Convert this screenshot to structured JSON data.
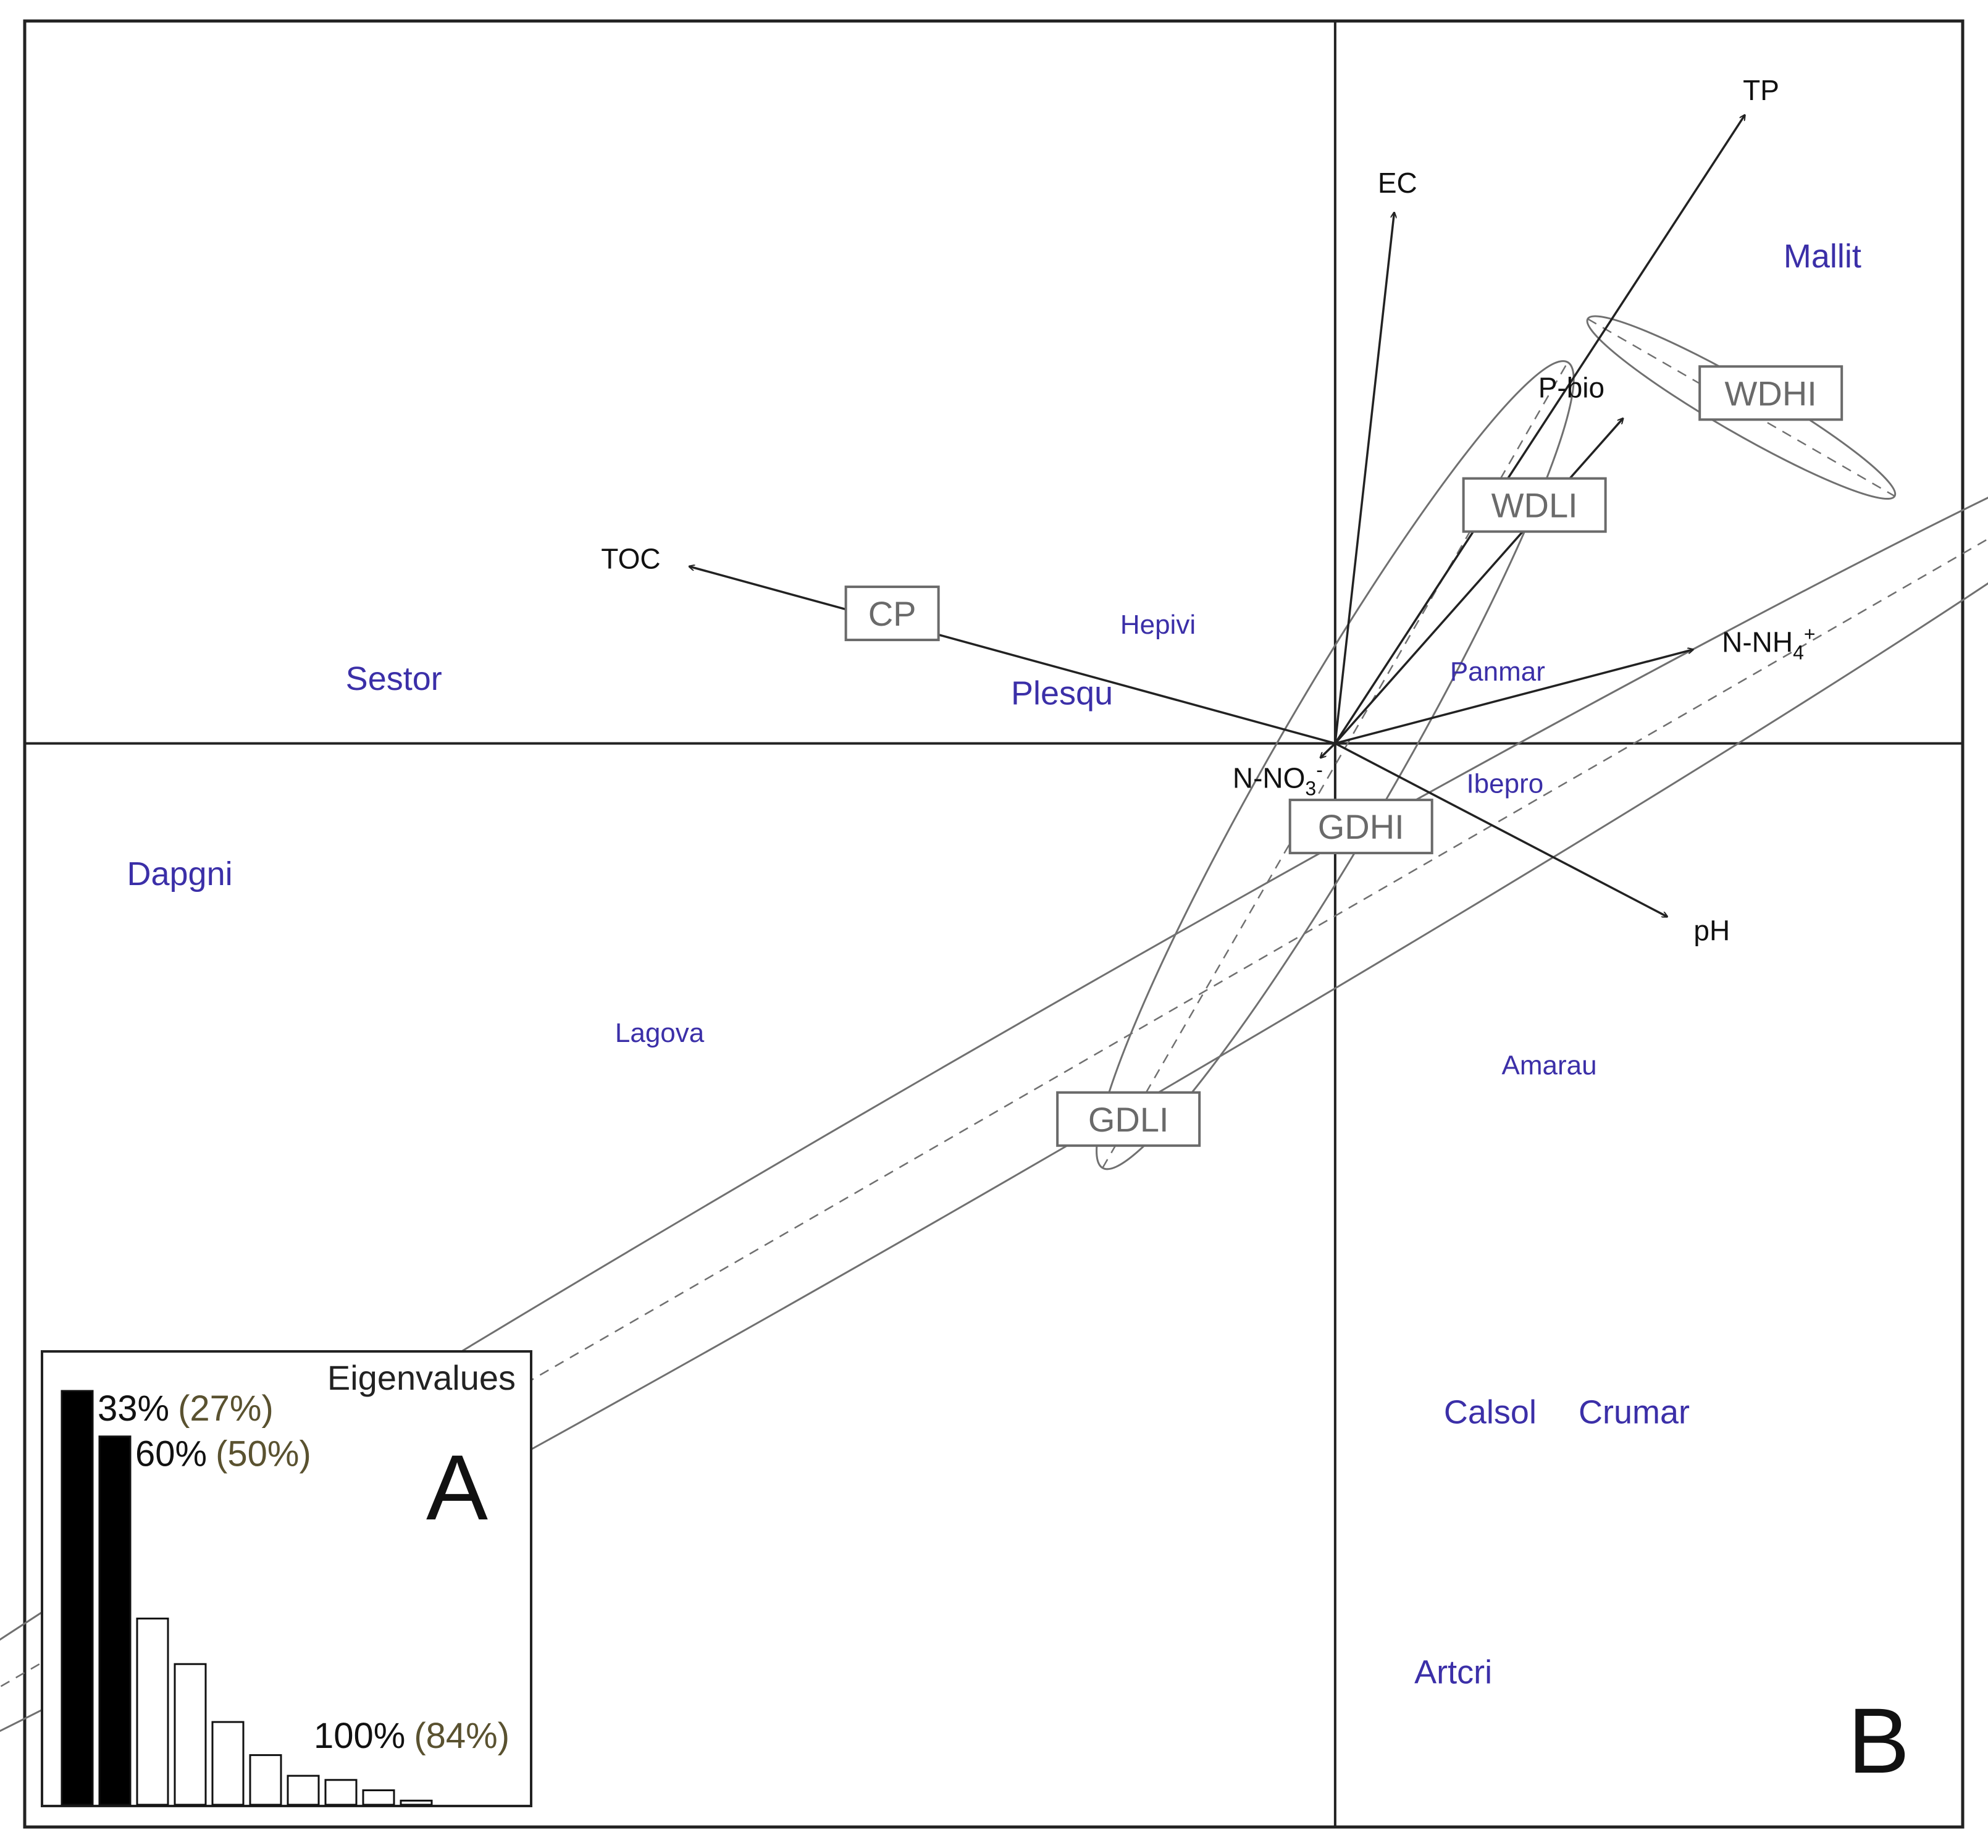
{
  "chart_data": [
    {
      "panel_label": "B",
      "type": "scatter",
      "variables": [
        {
          "name": "TOC",
          "x": -1.75,
          "y": 0.49
        },
        {
          "name": "EC",
          "x": 0.16,
          "y": 1.47
        },
        {
          "name": "TP",
          "x": 1.11,
          "y": 1.74
        },
        {
          "name": "P-bio",
          "x": 0.78,
          "y": 0.9
        },
        {
          "name": "N-NH",
          "sub": "4",
          "sup": "+",
          "x": 0.97,
          "y": 0.26
        },
        {
          "name": "N-NO",
          "sub": "3",
          "sup": "-",
          "x": -0.04,
          "y": -0.04
        },
        {
          "name": "pH",
          "x": 0.9,
          "y": -0.48
        }
      ],
      "species": [
        {
          "name": "Mallit",
          "x": 1.32,
          "y": 1.35
        },
        {
          "name": "Hepivi",
          "x": -0.48,
          "y": 0.33
        },
        {
          "name": "Sestor",
          "x": -2.55,
          "y": 0.18
        },
        {
          "name": "Plesqu",
          "x": -0.74,
          "y": 0.14
        },
        {
          "name": "Panmar",
          "x": 0.44,
          "y": 0.2
        },
        {
          "name": "Ibepro",
          "x": 0.46,
          "y": -0.11
        },
        {
          "name": "Dapgni",
          "x": -3.13,
          "y": -0.36
        },
        {
          "name": "Lagova",
          "x": -1.83,
          "y": -0.8
        },
        {
          "name": "Amarau",
          "x": 0.58,
          "y": -0.89
        },
        {
          "name": "Calsol",
          "x": 0.42,
          "y": -1.85
        },
        {
          "name": "Crumar",
          "x": 0.81,
          "y": -1.85
        },
        {
          "name": "Artcri",
          "x": 0.32,
          "y": -2.57
        }
      ],
      "groups": [
        {
          "label": "CP",
          "x": -1.2,
          "y": 0.36
        },
        {
          "label": "WDHI",
          "x": 1.18,
          "y": 0.97
        },
        {
          "label": "WDLI",
          "x": 0.54,
          "y": 0.66
        },
        {
          "label": "GDHI",
          "x": 0.07,
          "y": -0.23
        },
        {
          "label": "GDLI",
          "x": -0.56,
          "y": -1.04
        }
      ],
      "ellipses": [
        {
          "group": "WDHI",
          "cx": 1.1,
          "cy": 0.93,
          "rx": 0.48,
          "ry": 0.07,
          "angle_deg": -30
        },
        {
          "group": "GDHI",
          "cx": 0.0,
          "cy": -0.06,
          "rx": 1.26,
          "ry": 0.17,
          "angle_deg": 60
        },
        {
          "group": "GDLI",
          "cx": -0.97,
          "cy": -1.05,
          "rx": 3.85,
          "ry": 0.18,
          "angle_deg": 30
        }
      ],
      "xlim": [
        -3.55,
        1.7
      ],
      "ylim": [
        -3.0,
        2.0
      ]
    },
    {
      "panel_label": "A",
      "type": "bar",
      "title": "Eigenvalues",
      "values": [
        1.0,
        0.89,
        0.45,
        0.34,
        0.2,
        0.12,
        0.07,
        0.06,
        0.035,
        0.01
      ],
      "highlighted_count": 2,
      "annotations": [
        {
          "text": "33%",
          "paren": "(27%)"
        },
        {
          "text": "60%",
          "paren": "(50%)"
        },
        {
          "text": "100%",
          "paren": "(84%)"
        }
      ]
    }
  ],
  "colors": {
    "frame": "#222222",
    "arrow": "#222222",
    "species": "#3b2fa8",
    "ellipse": "#707070",
    "group_label": "#6a6a6a",
    "bar_fill": "#000000",
    "annotation_paren": "#5a5230"
  }
}
